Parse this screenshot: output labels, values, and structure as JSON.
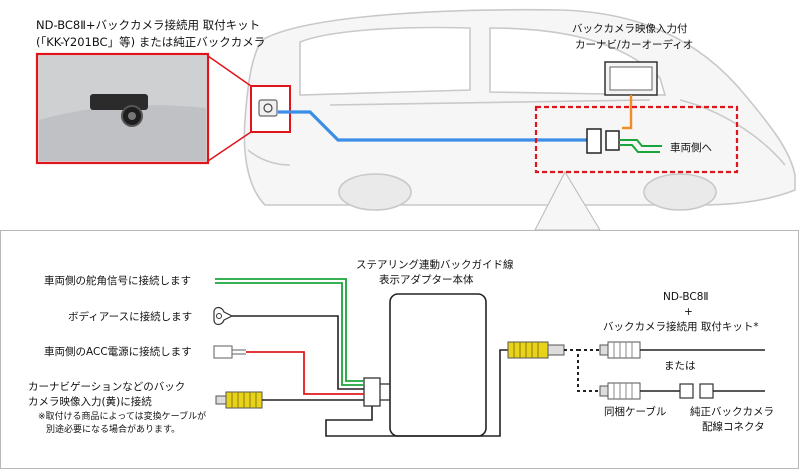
{
  "top": {
    "kit_title_line1": "ND-BC8Ⅱ+バックカメラ接続用 取付キット",
    "kit_title_line2": "(「KK-Y201BC」等) または純正バックカメラ",
    "monitor_label_line1": "バックカメラ映像入力付",
    "monitor_label_line2": "カーナビ/カーオーディオ",
    "vehicle_side_label": "車両側へ"
  },
  "bottom": {
    "adapter_label_line1": "ステアリング連動バックガイド線",
    "adapter_label_line2": "表示アダプター本体",
    "left_labels": {
      "steering": "車両側の舵角信号に接続します",
      "body_earth": "ボディアースに接続します",
      "acc": "車両側のACC電源に接続します",
      "video_line1": "カーナビゲーションなどのバック",
      "video_line2": "カメラ映像入力(黄)に接続",
      "note_line1": "※取付ける商品によっては変換ケーブルが",
      "note_line2": "別途必要になる場合があります。"
    },
    "right_labels": {
      "camera_line1": "ND-BC8Ⅱ",
      "camera_line2": "+",
      "camera_line3": "バックカメラ接続用 取付キット*",
      "or": "または",
      "bundled_cable": "同梱ケーブル",
      "oem_line1": "純正バックカメラ",
      "oem_line2": "配線コネクタ"
    }
  },
  "colors": {
    "highlight_red": "#e0141b",
    "video_blue": "#3a8ee6",
    "monitor_orange": "#f28c28",
    "signal_green": "#1aa53a",
    "acc_red": "#e01c1c",
    "rca_yellow": "#e8d21a"
  }
}
